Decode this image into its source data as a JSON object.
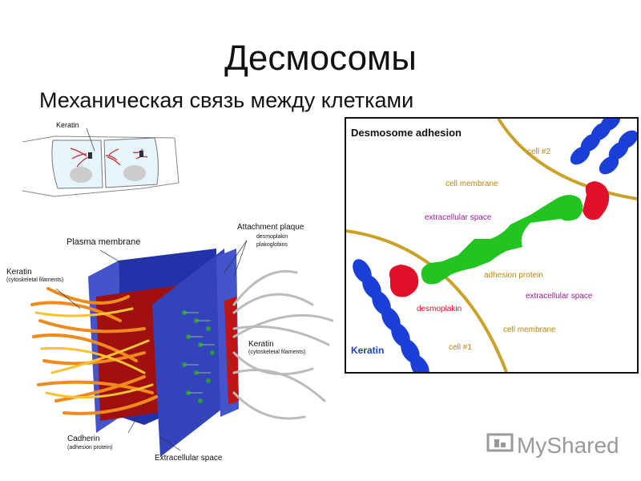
{
  "slide": {
    "title": "Десмосомы",
    "subtitle": "Механическая связь между клетками"
  },
  "top_left_diagram": {
    "keratin_label": "Keratin"
  },
  "left_diagram": {
    "plasma_membrane": "Plasma membrane",
    "attachment_plaque": "Attachment plaque",
    "desmoplakin": "desmoplakin",
    "plakoglobins": "plakoglobins",
    "keratin_left": "Keratin",
    "keratin_left_sub": "(cytoskeletal filaments)",
    "keratin_right": "Keratin",
    "keratin_right_sub": "(cytoskeletal filaments)",
    "cadherin": "Cadherin",
    "cadherin_sub": "(adhesion protein)",
    "extracellular_space": "Extracellular space"
  },
  "right_diagram": {
    "title": "Desmosome adhesion",
    "cell2": "cell #2",
    "cell_membrane_top": "cell membrane",
    "extracellular_top": "extracellular space",
    "adhesion_protein": "adhesion protein",
    "extracellular_bottom": "extracellular space",
    "desmoplakin": "desmoplakin",
    "cell_membrane_bottom": "cell membrane",
    "keratin": "Keratin",
    "cell1": "cell #1"
  },
  "watermark": {
    "text": "MyShared"
  },
  "colors": {
    "membrane_gold": "#C9A227",
    "keratin_blue": "#1A3FD6",
    "desmoplakin_red": "#E0102A",
    "adhesion_green": "#22C422",
    "label_purple": "#9B1A9B",
    "label_gold": "#B8860B"
  }
}
